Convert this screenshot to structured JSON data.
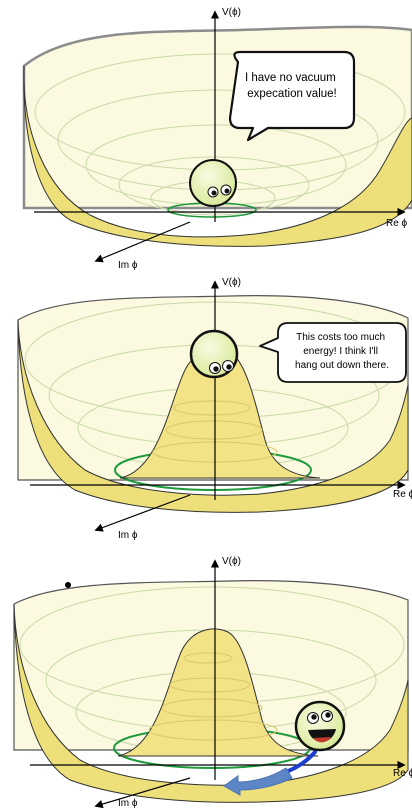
{
  "colors": {
    "bowl_fill": "#f6f2bd",
    "rim_fill": "#fbf9df",
    "wall_fill": "#ede07a",
    "bottom_fill": "#f2e386",
    "contour_stroke": "#c8d9a9",
    "vacuum_ring": "#1f9a3c",
    "ball_fill": "#e6f2b0",
    "arrow_fill": "#5c86c6",
    "arrow_tail": "#1c3fd0"
  },
  "panels": [
    {
      "axis_y_label": "V(ϕ)",
      "axis_re_label": "Re ϕ",
      "axis_im_label": "Im ϕ",
      "bubble_lines": [
        "I have no vacuum",
        "expecation value!"
      ]
    },
    {
      "axis_y_label": "V(ϕ)",
      "axis_re_label": "Re ϕ",
      "axis_im_label": "Im ϕ",
      "bubble_lines": [
        "This costs too much",
        "energy! I think I'll",
        "hang out down there."
      ]
    },
    {
      "axis_y_label": "V(ϕ)",
      "axis_re_label": "Re ϕ",
      "axis_im_label": "Im ϕ"
    }
  ]
}
